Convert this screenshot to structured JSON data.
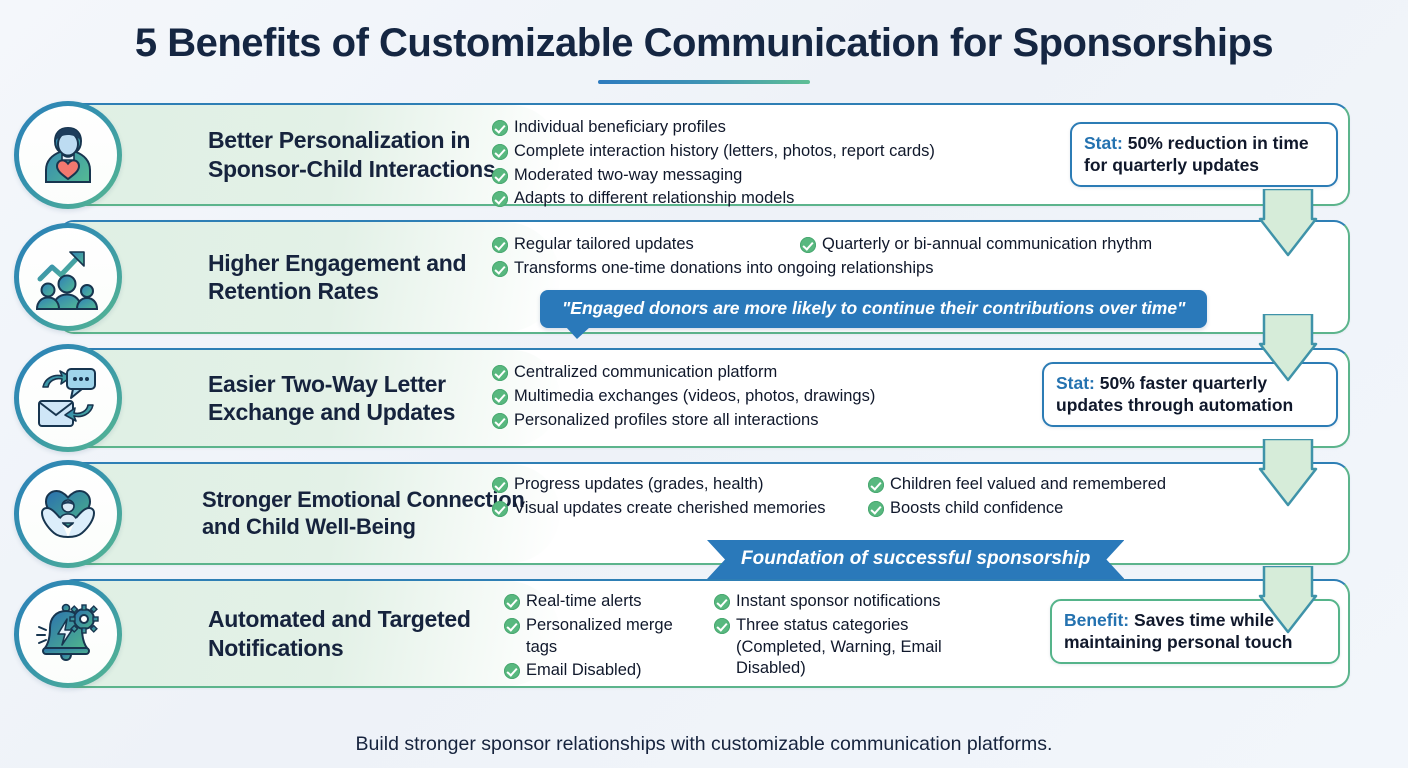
{
  "title": "5 Benefits of Customizable Communication for Sponsorships",
  "footer": "Build stronger sponsor relationships with customizable communication platforms.",
  "colors": {
    "title": "#152642",
    "accent_blue": "#2472b0",
    "accent_green": "#55b48a",
    "card_border_blue": "#2e7fb5",
    "card_border_green": "#5cb48c",
    "banner_blue": "#2a79ba",
    "check_green": "#58b87f",
    "background": "#f2f6fb"
  },
  "rows": [
    {
      "icon": "person-with-heart-icon",
      "heading": "Better Personalization in Sponsor-Child Interactions",
      "bullets": [
        "Individual beneficiary profiles",
        "Complete interaction history (letters, photos, report cards)",
        "Moderated two-way messaging",
        "Adapts to different relationship models"
      ],
      "callout": {
        "lead": "Stat:",
        "text": "50% reduction in time for quarterly updates",
        "style": "blue"
      }
    },
    {
      "icon": "growth-chart-people-icon",
      "heading": "Higher Engagement and Retention Rates",
      "bullets_col1": [
        "Regular tailored updates"
      ],
      "bullets_col2": [
        "Quarterly or bi-annual communication rhythm"
      ],
      "bullets_full": [
        "Transforms one-time donations into ongoing relationships"
      ],
      "quote": "\"Engaged donors are more likely to continue their contributions over time\""
    },
    {
      "icon": "letter-exchange-icon",
      "heading": "Easier Two-Way Letter Exchange and Updates",
      "bullets": [
        "Centralized communication platform",
        "Multimedia exchanges (videos, photos, drawings)",
        "Personalized profiles store all interactions"
      ],
      "callout": {
        "lead": "Stat:",
        "text": "50% faster quarterly updates through automation",
        "style": "blue"
      }
    },
    {
      "icon": "heart-in-hands-icon",
      "heading": "Stronger Emotional Connection and Child Well-Being",
      "bullets_col1": [
        "Progress updates (grades, health)",
        "Visual updates create cherished memories"
      ],
      "bullets_col2": [
        "Children feel valued and remembered",
        "Boosts child confidence"
      ],
      "ribbon": "Foundation of successful sponsorship"
    },
    {
      "icon": "bell-gear-bolt-icon",
      "heading": "Automated and Targeted Notifications",
      "bullets_col1": [
        "Real-time alerts",
        "Personalized merge tags",
        "Email Disabled)"
      ],
      "bullets_col2": [
        "Instant sponsor notifications",
        "Three status categories (Completed, Warning, Email Disabled)"
      ],
      "callout": {
        "lead": "Benefit:",
        "text": "Saves time while maintaining personal touch",
        "style": "green"
      }
    }
  ]
}
